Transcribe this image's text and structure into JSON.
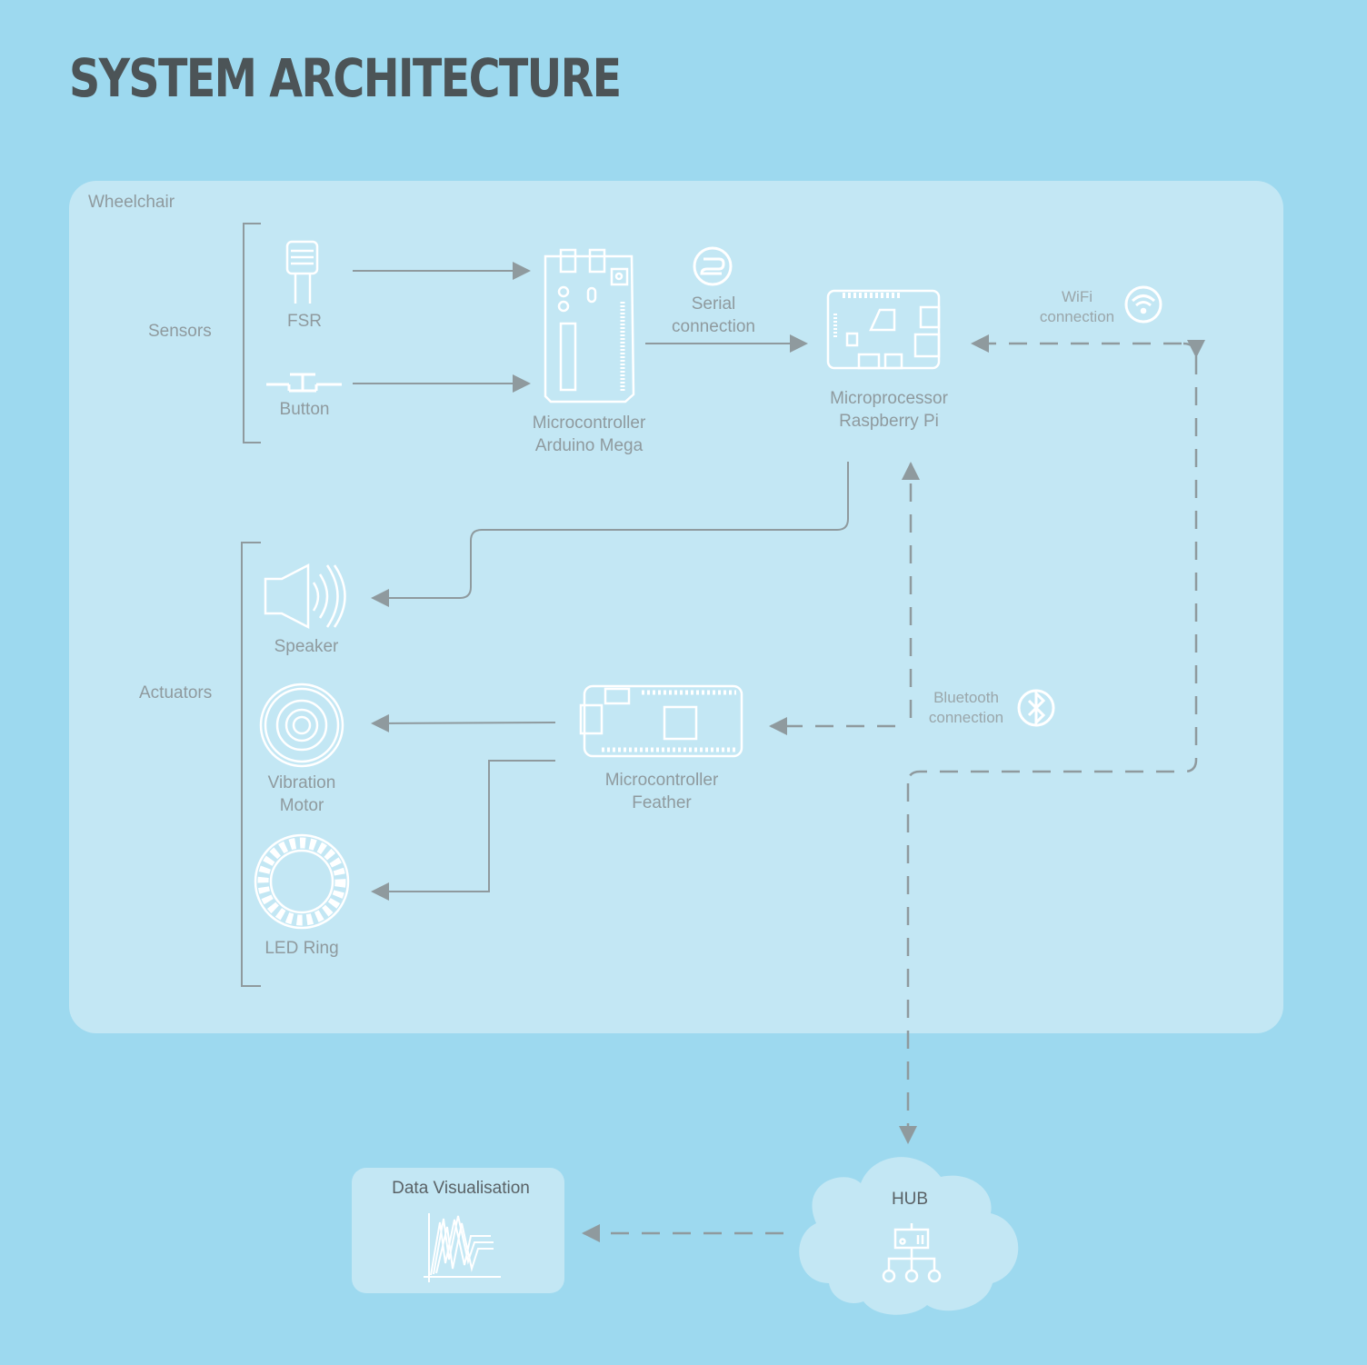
{
  "title": "SYSTEM ARCHITECTURE",
  "container": {
    "label": "Wheelchair"
  },
  "groups": {
    "sensors": "Sensors",
    "actuators": "Actuators"
  },
  "sensors": {
    "fsr": "FSR",
    "button": "Button"
  },
  "actuators": {
    "speaker": "Speaker",
    "vibration_line1": "Vibration",
    "vibration_line2": "Motor",
    "led_ring": "LED Ring"
  },
  "components": {
    "arduino_line1": "Microcontroller",
    "arduino_line2": "Arduino Mega",
    "rpi_line1": "Microprocessor",
    "rpi_line2": "Raspberry Pi",
    "feather_line1": "Microcontroller",
    "feather_line2": "Feather"
  },
  "connections": {
    "serial_line1": "Serial",
    "serial_line2": "connection",
    "wifi_line1": "WiFi",
    "wifi_line2": "connection",
    "bluetooth_line1": "Bluetooth",
    "bluetooth_line2": "connection"
  },
  "cloud": {
    "hub": "HUB"
  },
  "visualisation": {
    "label": "Data Visualisation"
  },
  "colors": {
    "background": "#9dd9ef",
    "panel": "#c3e7f4",
    "line": "#8f9a9e",
    "icon": "#ffffff",
    "title": "#4c5457"
  }
}
